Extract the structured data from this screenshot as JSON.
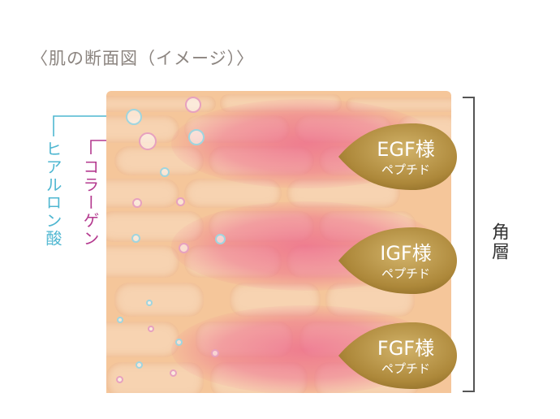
{
  "title": "〈肌の断面図（イメージ）〉",
  "hyaluronic_label": "ヒアルロン酸",
  "collagen_label": "コラーゲン",
  "layer_label": "角層",
  "badges": [
    {
      "name": "EGF様",
      "sub": "ペプチド"
    },
    {
      "name": "IGF様",
      "sub": "ペプチド"
    },
    {
      "name": "FGF様",
      "sub": "ペプチド"
    }
  ],
  "colors": {
    "hyaluronic": "#4fb7d1",
    "collagen": "#b43a8f",
    "badge_gold": "#b08a3a",
    "skin": "#f5c69a",
    "glow": "#ec5e8a"
  }
}
